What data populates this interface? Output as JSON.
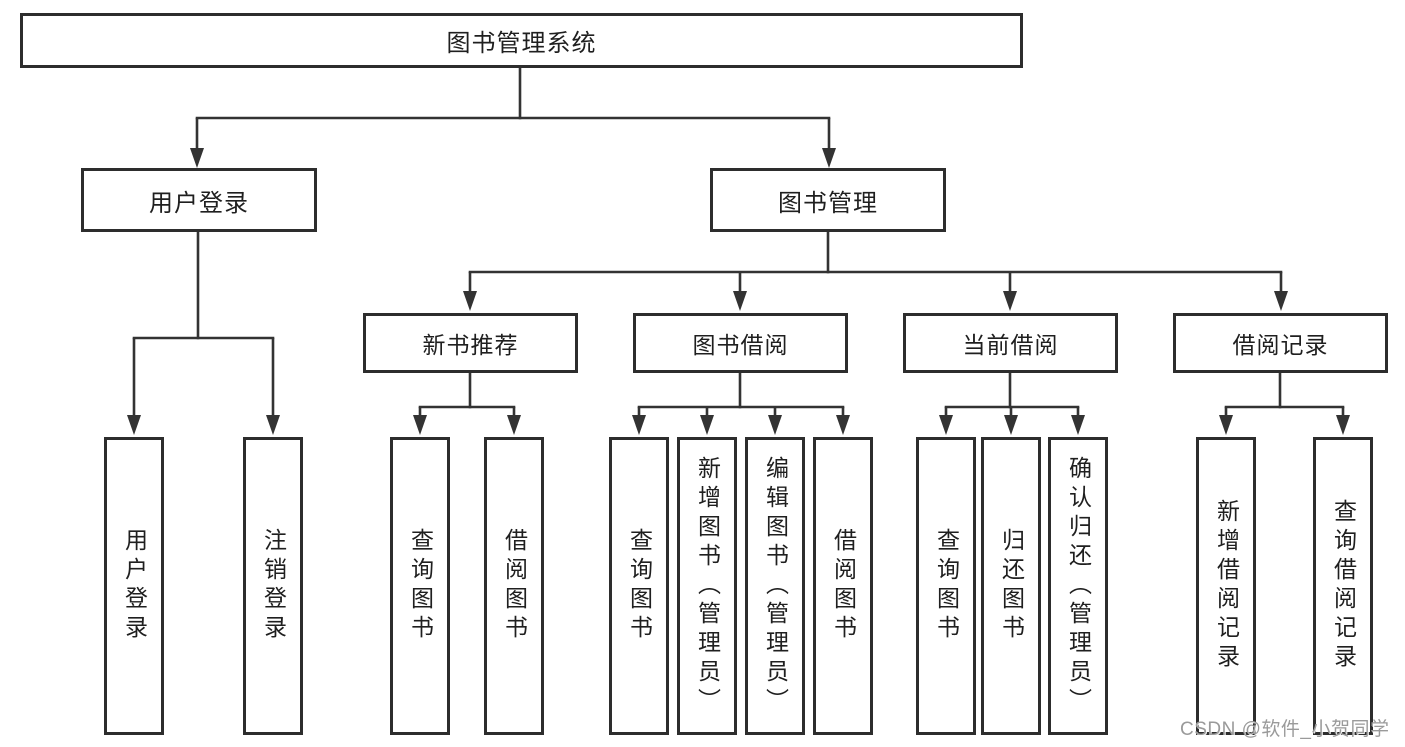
{
  "diagram": {
    "root": {
      "label": "图书管理系统"
    },
    "level2": [
      {
        "label": "用户登录"
      },
      {
        "label": "图书管理"
      }
    ],
    "level3": [
      {
        "label": "新书推荐"
      },
      {
        "label": "图书借阅"
      },
      {
        "label": "当前借阅"
      },
      {
        "label": "借阅记录"
      }
    ],
    "leaves": {
      "user_login": [
        "用户登录",
        "注销登录"
      ],
      "new_book": [
        "查询图书",
        "借阅图书"
      ],
      "book_borrow": [
        "查询图书",
        "新增图书（管理员）",
        "编辑图书（管理员）",
        "借阅图书"
      ],
      "current_borrow": [
        "查询图书",
        "归还图书",
        "确认归还（管理员）"
      ],
      "borrow_record": [
        "新增借阅记录",
        "查询借阅记录"
      ]
    }
  },
  "watermark": {
    "text": "CSDN @软件_小贺同学"
  },
  "colors": {
    "line": "#333333",
    "border": "#2d2d2d",
    "text": "#1f1f1f",
    "watermark": "#9a9a9a",
    "background": "#ffffff"
  }
}
